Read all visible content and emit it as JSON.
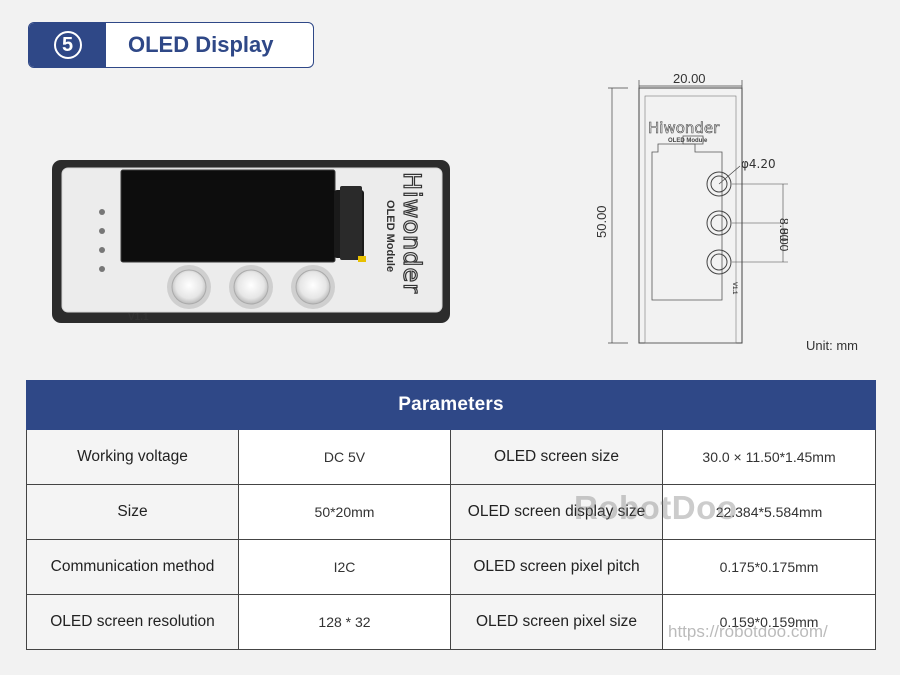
{
  "header": {
    "number": "5",
    "title": "OLED Display"
  },
  "module": {
    "brand": "Hiwonder",
    "subtitle": "OLED Module",
    "version": "V1.1"
  },
  "drawing": {
    "width": "20.00",
    "height": "50.00",
    "hole_diameter": "φ4.20",
    "spacing_1": "8.00",
    "spacing_2": "8.00",
    "brand": "Hiwonder",
    "subtitle": "OLED Module",
    "version": "V1.1",
    "unit": "Unit:  mm"
  },
  "table": {
    "title": "Parameters",
    "rows": [
      {
        "label1": "Working voltage",
        "value1": "DC 5V",
        "label2": "OLED screen size",
        "value2": "30.0 × 11.50*1.45mm"
      },
      {
        "label1": "Size",
        "value1": "50*20mm",
        "label2": "OLED screen display size",
        "value2": "22.384*5.584mm"
      },
      {
        "label1": "Communication method",
        "value1": "I2C",
        "label2": "OLED screen pixel pitch",
        "value2": "0.175*0.175mm"
      },
      {
        "label1": "OLED screen resolution",
        "value1": "128 * 32",
        "label2": "OLED screen pixel size",
        "value2": "0.159*0.159mm"
      }
    ]
  },
  "watermark": {
    "brand": "RobotDoo",
    "url": "https://robotdoo.com/"
  }
}
